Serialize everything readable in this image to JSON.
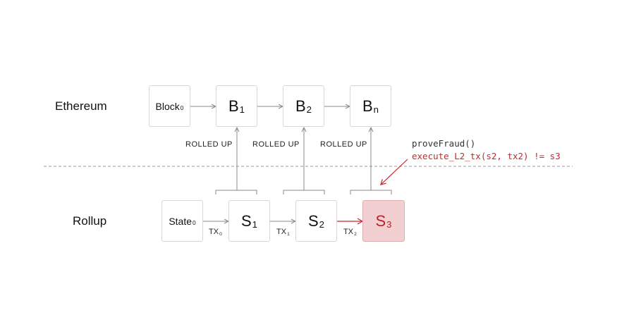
{
  "layers": {
    "ethereum": "Ethereum",
    "rollup": "Rollup"
  },
  "ethereum_blocks": [
    {
      "base": "Block",
      "sub": "0"
    },
    {
      "base": "B",
      "sub": "1"
    },
    {
      "base": "B",
      "sub": "2"
    },
    {
      "base": "B",
      "sub": "n"
    }
  ],
  "rollup_states": [
    {
      "base": "State",
      "sub": "0"
    },
    {
      "base": "S",
      "sub": "1"
    },
    {
      "base": "S",
      "sub": "2"
    },
    {
      "base": "S",
      "sub": "3"
    }
  ],
  "transactions": [
    {
      "base": "TX",
      "sub": "0"
    },
    {
      "base": "TX",
      "sub": "1"
    },
    {
      "base": "TX",
      "sub": "2"
    }
  ],
  "rolled_up_label": "ROLLED UP",
  "fraud_proof": {
    "line1": "proveFraud()",
    "line2": "execute_L2_tx(s2, tx2) != s3"
  },
  "colors": {
    "fraud_red": "#c8282e",
    "fraud_fill": "#f2cfd0",
    "line_gray": "#888888"
  }
}
